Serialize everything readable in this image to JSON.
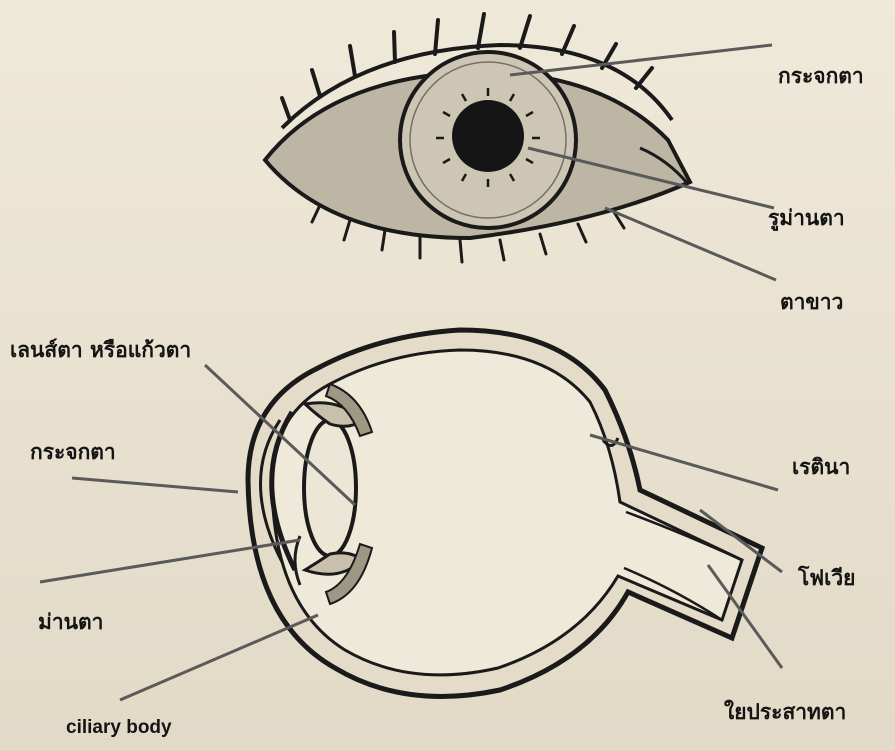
{
  "labels": {
    "top_cornea": "กระจกตา",
    "top_pupil": "รูม่านตา",
    "top_sclera": "ตาขาว",
    "lens": "เลนส์ตา หรือแก้วตา",
    "cornea": "กระจกตา",
    "iris": "ม่านตา",
    "ciliary_body": "ciliary body",
    "retina": "เรตินา",
    "fovea": "โฟเวีย",
    "optic_nerve": "ใยประสาทตา"
  },
  "colors": {
    "ink": "#1a1a1a",
    "iris_fill": "#cdc6b4",
    "sclera_fill": "#bdb6a4",
    "leader_line": "#5a5a5a",
    "paper": "#ece6d6"
  }
}
